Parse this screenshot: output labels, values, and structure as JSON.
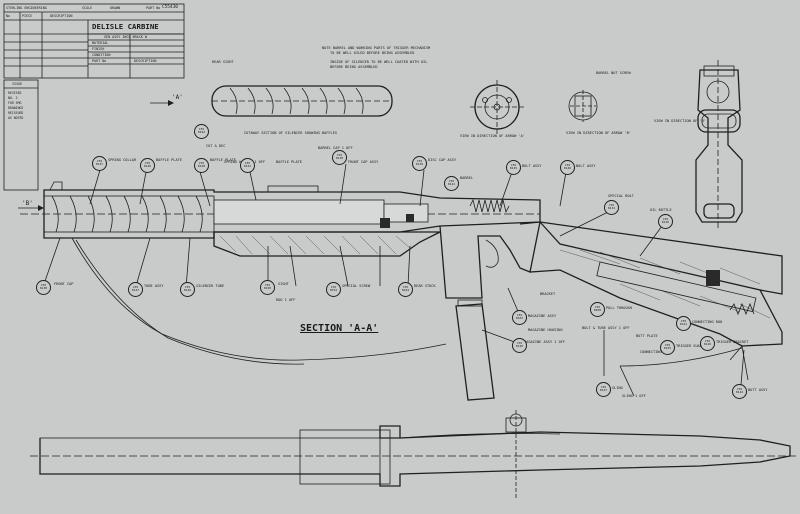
{
  "title_block": {
    "company": "STERLING ENGINEERING",
    "scale": "SCALE",
    "drawn_by": "DRAWN",
    "part_no_label": "PART No",
    "part_no": "C55430",
    "no_label": "No",
    "piece_label": "PIECE",
    "description_label": "DESCRIPTION",
    "product_name": "DELISLE CARBINE",
    "assy_line": "GEN ASSY INCL BRACK W",
    "material": "MATERIAL",
    "finish": "FINISH",
    "condition": "CONDITION",
    "part_no_row": "PART No",
    "description_row": "DESCRIPTION"
  },
  "section_title": "SECTION 'A-A'",
  "view_a_marker": "'A'",
  "view_b_marker": "'B'",
  "view_a_label": "VIEW IN DIRECTION OF ARROW 'A'",
  "view_b_label": "VIEW IN DIRECTION OF ARROW 'B'",
  "notes": {
    "top_note_lines": [
      "NOTE  BARREL AND WORKING PARTS OF TRIGGER MECHANISM",
      "TO BE WELL OILED BEFORE BEING ASSEMBLED",
      "INSIDE OF SILENCER TO BE WELL COATED WITH OIL",
      "BEFORE BEING ASSEMBLED"
    ],
    "barrel_nut_screw": "BARREL NUT SCREW",
    "cutaway_note": "CUTAWAY SECTION OF SILENCER SHOWING BAFFLES",
    "view_arrow_b_note": "VIEW IN DIRECTION OF 'B'"
  },
  "issue_block": {
    "heading": "ISSUE",
    "lines": [
      "REVISED",
      "NO. 2",
      "FOR SMG",
      "DRAWINGS",
      "REISSUED",
      "AS NOTED"
    ]
  },
  "callouts": [
    {
      "code": "C55 8137",
      "label": "SPRING COLLAR"
    },
    {
      "code": "C55 8146",
      "label": "BAFFLE PLATE"
    },
    {
      "code": "C55 8140",
      "label": "BAFFLE PLATE"
    },
    {
      "code": "C55 8141",
      "label": "BAFFLE PLATE"
    },
    {
      "code": "C55 8138",
      "label": "FRONT CAP ASSY"
    },
    {
      "code": "C55 8139",
      "label": "DISC CAP ASSY"
    },
    {
      "code": "C55 8141",
      "label": "BARREL"
    },
    {
      "code": "C55 8145",
      "label": "BOLT ASSY"
    },
    {
      "code": "C55 8146",
      "label": "BOLT ASSY"
    },
    {
      "code": "C55 8134",
      "label": "SPECIAL BOLT"
    },
    {
      "code": "C55 8136",
      "label": "OIL BOTTLE"
    },
    {
      "code": "C55 8138",
      "label": "FRONT CAP"
    },
    {
      "code": "C55 8147",
      "label": "TUBE ASSY"
    },
    {
      "code": "C55 8146",
      "label": "SILENCER TUBE"
    },
    {
      "code": "C55 8150",
      "label": "SIGHT"
    },
    {
      "code": "C55 8152",
      "label": "SPECIAL SCREW"
    },
    {
      "code": "C55 8164",
      "label": "REAR STOCK"
    },
    {
      "code": "C55 8163",
      "label": "MAGAZINE ASSY"
    },
    {
      "code": "C55 8126",
      "label": "MAGAZINE HOUSING"
    },
    {
      "code": "C55 8127",
      "label": "SLING"
    },
    {
      "code": "C55 8144",
      "label": "BUTT ASSY"
    },
    {
      "code": "C55 8200",
      "label": "PULL THROUGH"
    },
    {
      "code": "C55 8155",
      "label": "TRIGGER GUARD"
    },
    {
      "code": "C55 8141",
      "label": "CONNECTING ROD"
    },
    {
      "code": "C55 8146",
      "label": "TRIGGER BRACKET"
    },
    {
      "code": "C55 8192",
      "label": "REAR SIGHT"
    }
  ],
  "misc_labels": {
    "spring_washer": "SPRING WASHER 1 OFF",
    "barrel_cap": "BARREL CAP 1 OFF",
    "cut_and_dec": "CUT & DEC",
    "bolt_and_tube": "BOLT & TUBE ASSY 1 OFF",
    "rod": "ROD 1 OFF",
    "bracket": "BRACKET",
    "magazine": "MAGAZINE ASSY 1 OFF",
    "butt_plate": "BUTT PLATE",
    "connecting_rod": "CONNECTING ROD",
    "sling": "SLING 1 OFF"
  }
}
